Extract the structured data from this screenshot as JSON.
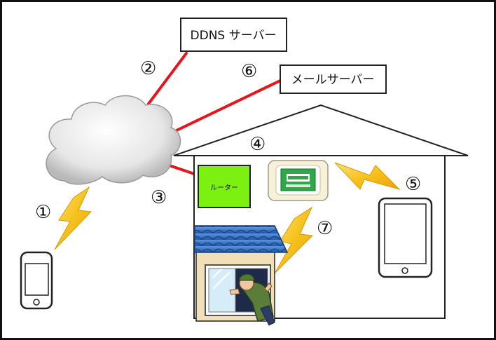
{
  "labels": {
    "ddns": "DDNS サーバー",
    "mail": "メールサーバー",
    "router": "ルーター"
  },
  "markers": {
    "m1": "①",
    "m2": "②",
    "m3": "③",
    "m4": "④",
    "m5": "⑤",
    "m6": "⑥",
    "m7": "⑦"
  },
  "colors": {
    "link": "#e8141b",
    "router_fill": "#7cf011",
    "roof_tile": "#2f6fc4",
    "wall_beige": "#f0dfb7",
    "bolt": "#f4c21d"
  }
}
